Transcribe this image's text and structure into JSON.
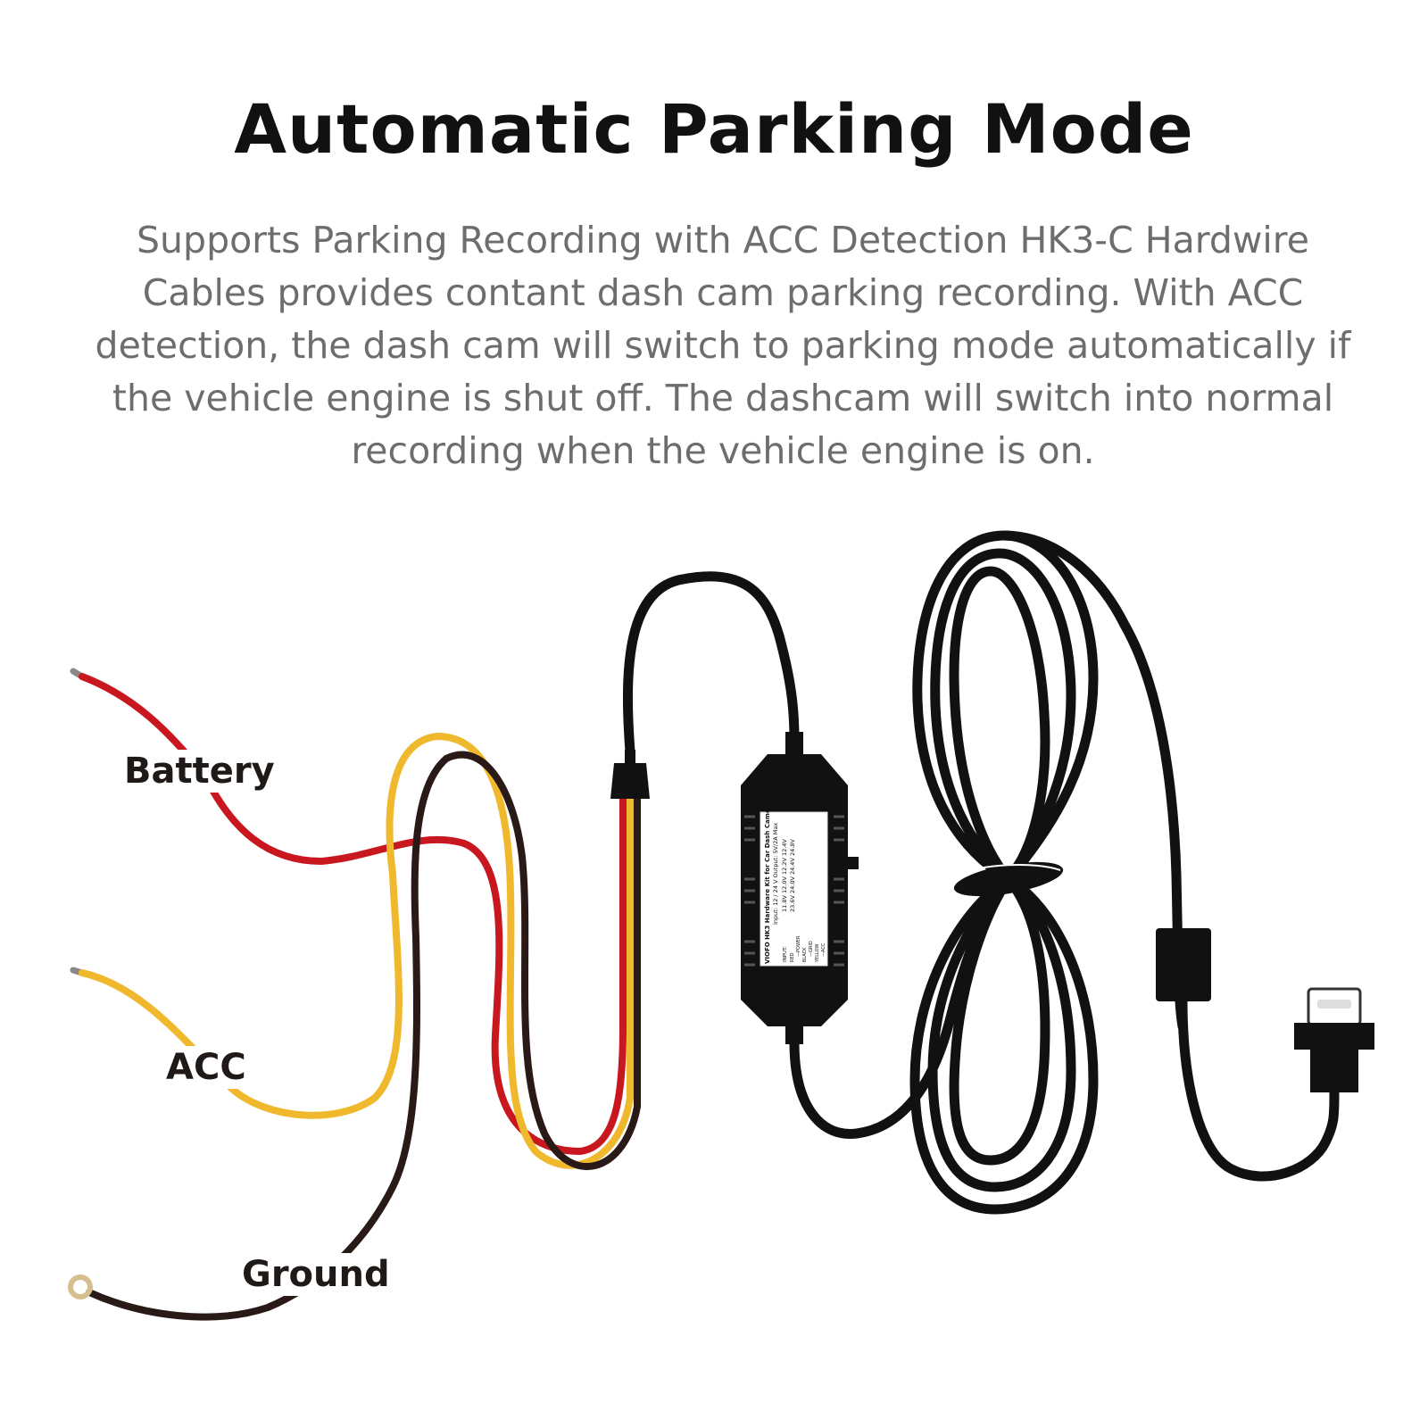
{
  "header": {
    "title": "Automatic Parking Mode",
    "description": "Supports Parking Recording with ACC Detection HK3-C Hardwire Cables provides contant dash cam parking recording. With ACC detection, the dash cam will switch to parking mode automatically if the vehicle engine is shut off. The dashcam will switch into normal recording when the vehicle engine is on."
  },
  "wires": {
    "battery": {
      "label": "Battery",
      "color": "#c8171e"
    },
    "acc": {
      "label": "ACC",
      "color": "#f0b82d"
    },
    "ground": {
      "label": "Ground",
      "color": "#2a1a17"
    }
  },
  "module_label": {
    "line1": "VIOFO HK3 Hardware Kit for Car Dash Camera",
    "line2": "Input: 12 / 24 V  Output: 5V/2A Max",
    "col1_row": "11.8V  12.0V  12.2V  12.4V",
    "col2_row": "23.6V  24.0V  24.4V  24.8V",
    "input_header": "INPUT:",
    "legend": [
      "RED",
      "—POWER",
      "BLACK",
      "—GRID",
      "YELLOW",
      "—ACC"
    ]
  },
  "colors": {
    "cable": "#111111",
    "background": "#ffffff"
  }
}
